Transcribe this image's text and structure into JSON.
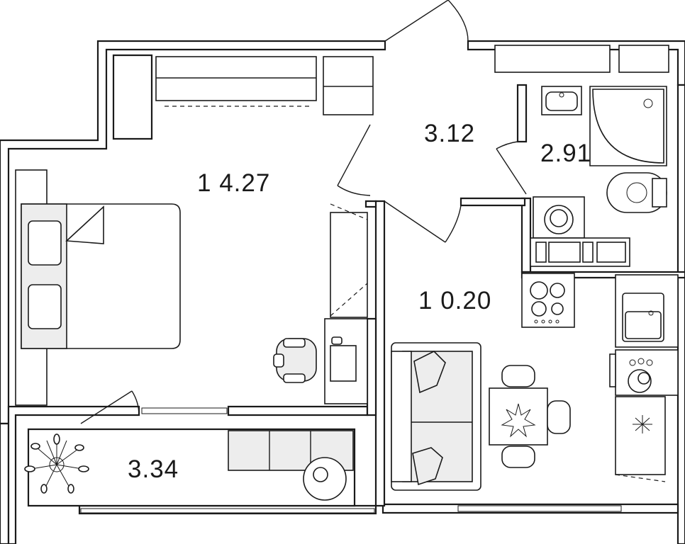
{
  "rooms": [
    {
      "id": "bedroom",
      "area": "1 4.27"
    },
    {
      "id": "hall",
      "area": "3.12"
    },
    {
      "id": "bathroom",
      "area": "2.91"
    },
    {
      "id": "kitchen_living",
      "area": "1 0.20"
    },
    {
      "id": "balcony",
      "area": "3.34"
    }
  ],
  "colors": {
    "wall": "#1a1a1a",
    "furniture_fill": "#ededed",
    "background": "#ffffff"
  }
}
